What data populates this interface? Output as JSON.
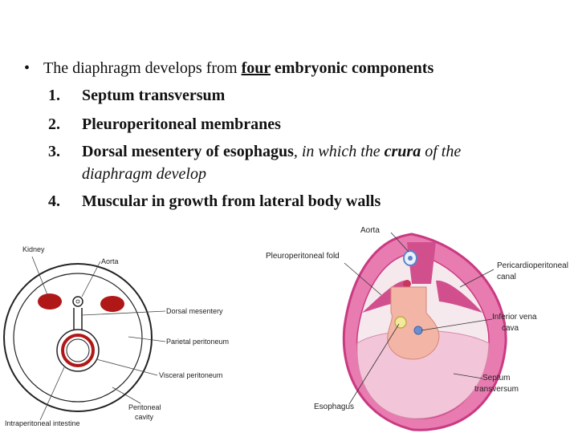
{
  "bullet": {
    "intro": "The diaphragm develops from ",
    "emph": "four",
    "rest": " embryonic components"
  },
  "items": [
    {
      "num": "1.",
      "text": "Septum transversum"
    },
    {
      "num": "2.",
      "text": "Pleuroperitoneal membranes"
    },
    {
      "num": "3.",
      "text": "Dorsal mesentery of esophagus",
      "comma": ", ",
      "italic1": "in which the ",
      "boldital": "crura",
      "italic2": " of the",
      "cont": "diaphragm develop"
    },
    {
      "num": "4.",
      "text": "Muscular in growth from lateral body walls"
    }
  ],
  "left_diagram": {
    "labels": {
      "kidney": "Kidney",
      "aorta": "Aorta",
      "dorsal_mesentery": "Dorsal mesentery",
      "parietal_peritoneum": "Parietal peritoneum",
      "visceral_peritoneum": "Visceral peritoneum",
      "peritoneal_cavity_1": "Peritoneal",
      "peritoneal_cavity_2": "cavity",
      "intraperitoneal_intestine": "Intraperitoneal intestine"
    },
    "colors": {
      "kidney": "#b01818",
      "outline": "#222222",
      "label_line": "#444444"
    }
  },
  "right_diagram": {
    "labels": {
      "aorta": "Aorta",
      "pleuroperitoneal_fold": "Pleuroperitoneal fold",
      "pericardioperitoneal_1": "Pericardioperitoneal",
      "pericardioperitoneal_2": "canal",
      "ivc_1": "Inferior vena",
      "ivc_2": "cava",
      "septum_1": "Septum",
      "septum_2": "transversum",
      "esophagus": "Esophagus"
    },
    "colors": {
      "outer_wall": "#c93a82",
      "wall_fill": "#e87bb0",
      "canal": "#f6e9ee",
      "septum": "#f2c6d8",
      "esophagus": "#f3b5a6",
      "ivc": "#6a8fd0",
      "aorta": "#5a86c8"
    }
  }
}
